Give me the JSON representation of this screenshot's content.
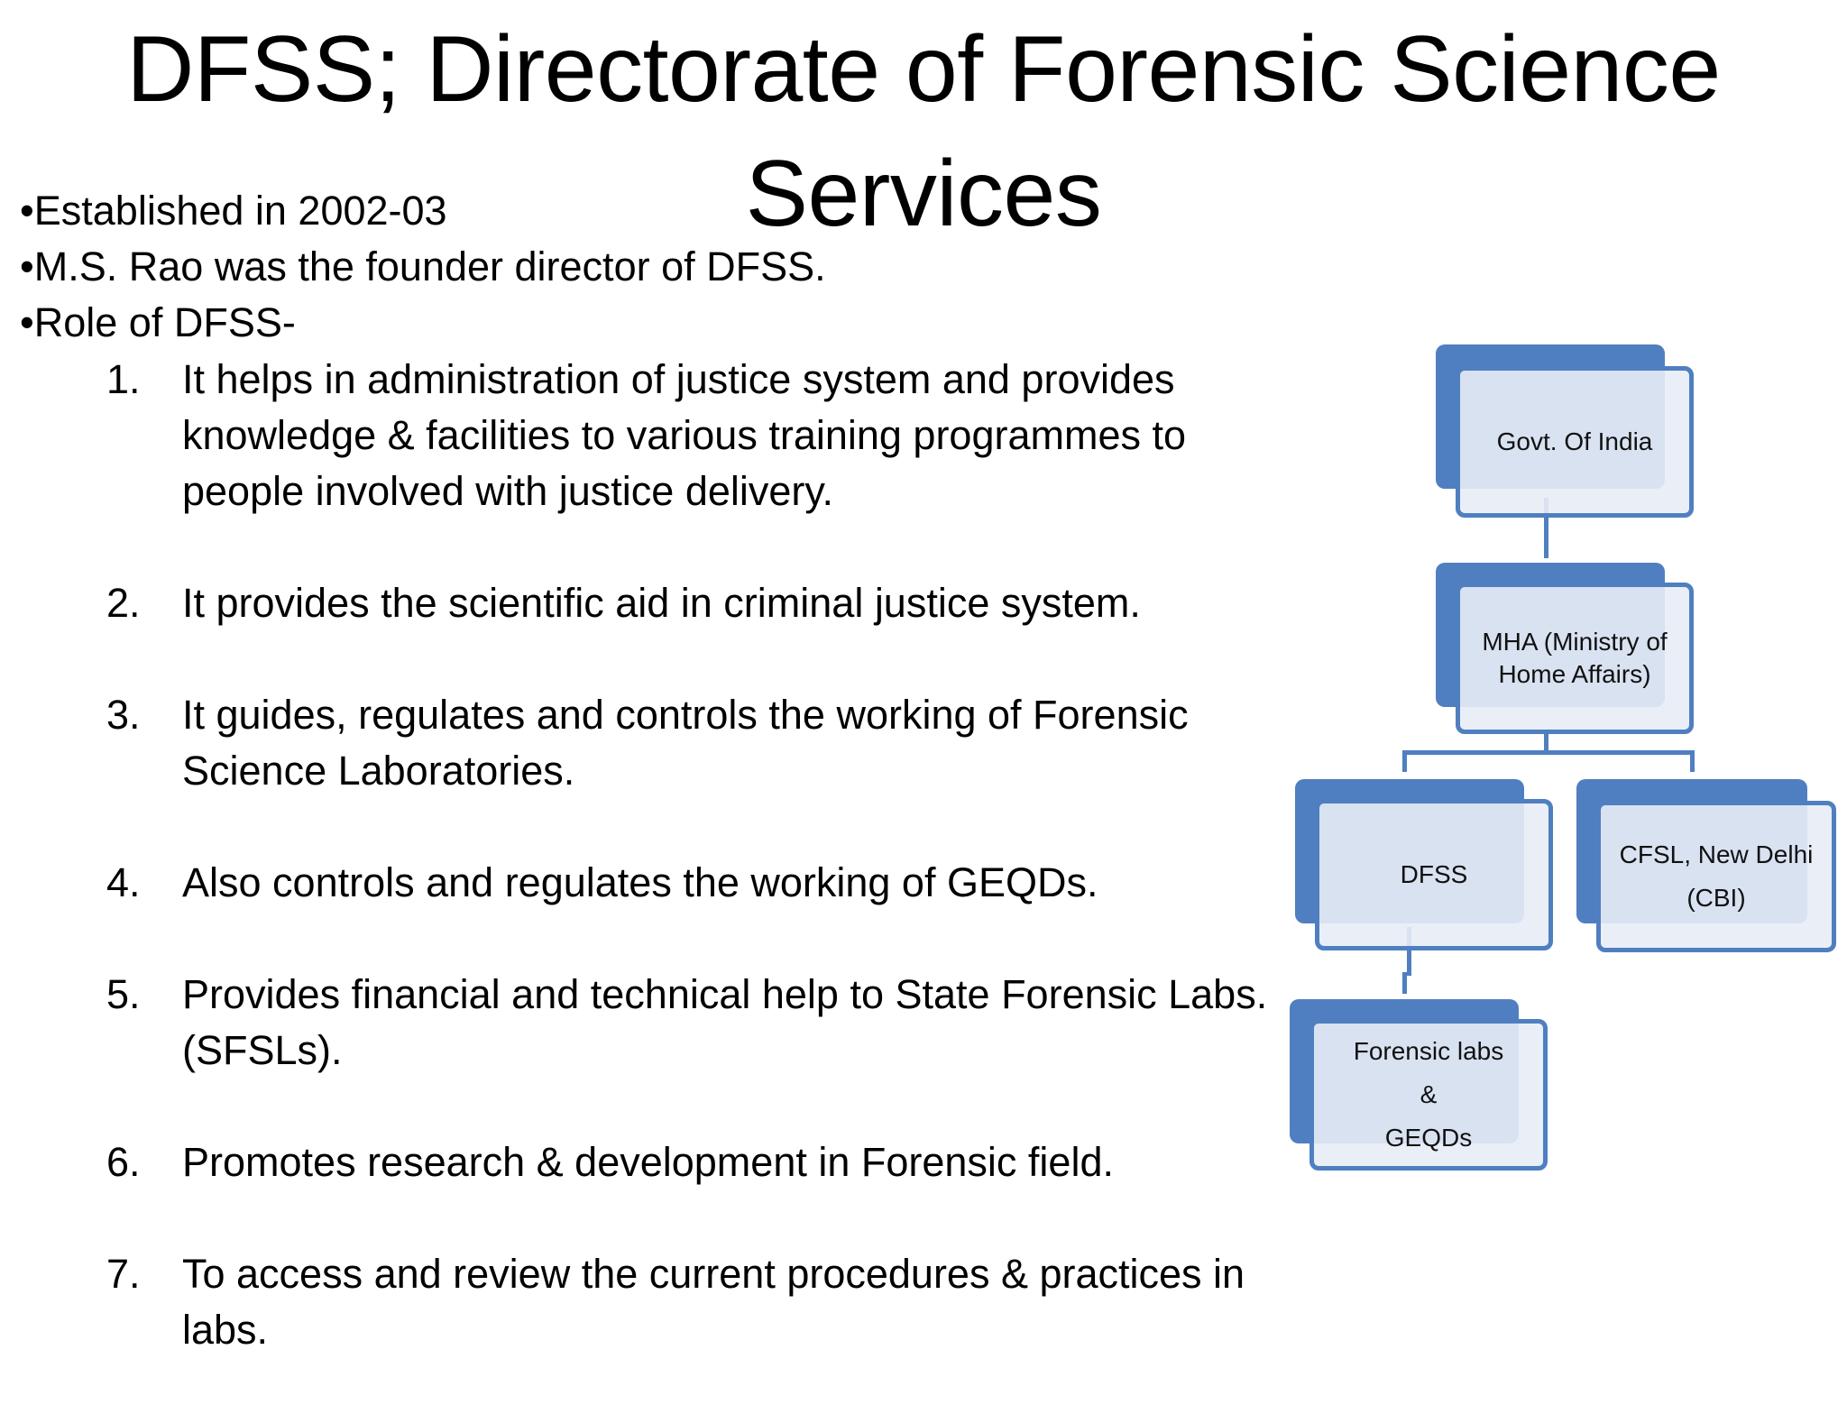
{
  "title": "DFSS; Directorate of Forensic Science Services",
  "bullets": [
    "•Established in 2002-03",
    "•M.S. Rao was the founder director of DFSS.",
    "•Role of DFSS-"
  ],
  "roles": [
    {
      "num": "1.",
      "text": "It helps in administration of justice system and provides knowledge & facilities to various training programmes to people involved with justice delivery."
    },
    {
      "num": "2.",
      "text": "It provides the scientific aid in criminal justice system."
    },
    {
      "num": "3.",
      "text": "It guides, regulates and controls the working of Forensic Science Laboratories."
    },
    {
      "num": "4.",
      "text": "Also controls and regulates the working of GEQDs."
    },
    {
      "num": "5.",
      "text": "Provides financial and technical help to State Forensic Labs. (SFSLs)."
    },
    {
      "num": "6.",
      "text": "Promotes research & development in Forensic field."
    },
    {
      "num": "7.",
      "text": "To access and review the current procedures & practices in labs."
    }
  ],
  "org_chart": {
    "govt": [
      "Govt. Of India"
    ],
    "mha": [
      "MHA (Ministry of",
      "Home Affairs)"
    ],
    "dfss": [
      "DFSS"
    ],
    "cfsl": [
      "CFSL, New Delhi",
      "(CBI)"
    ],
    "labs": [
      "Forensic labs",
      "&",
      "GEQDs"
    ]
  },
  "colors": {
    "node_fill": "#4f7fc0",
    "node_face": "#e8edf6",
    "text": "#000000"
  }
}
